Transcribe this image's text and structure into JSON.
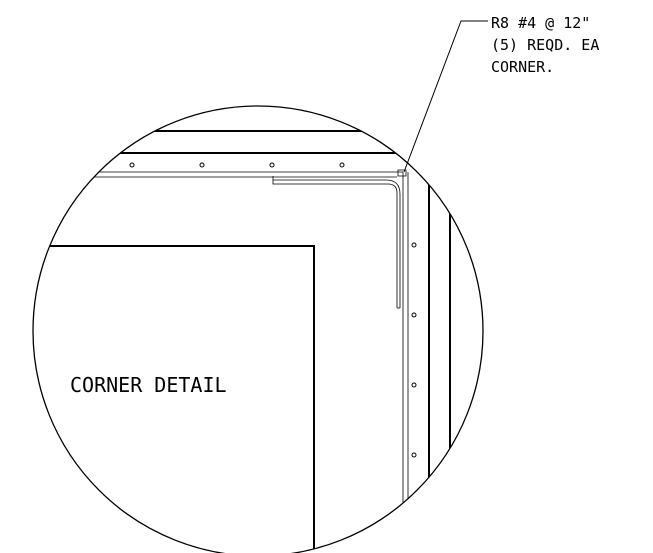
{
  "drawing": {
    "callout": {
      "line1": "R8 #4 @ 12\"",
      "line2": "(5) REQD. EA",
      "line3": "CORNER."
    },
    "detail_label": "CORNER DETAIL",
    "colors": {
      "line": "#000000",
      "background": "#ffffff"
    }
  }
}
